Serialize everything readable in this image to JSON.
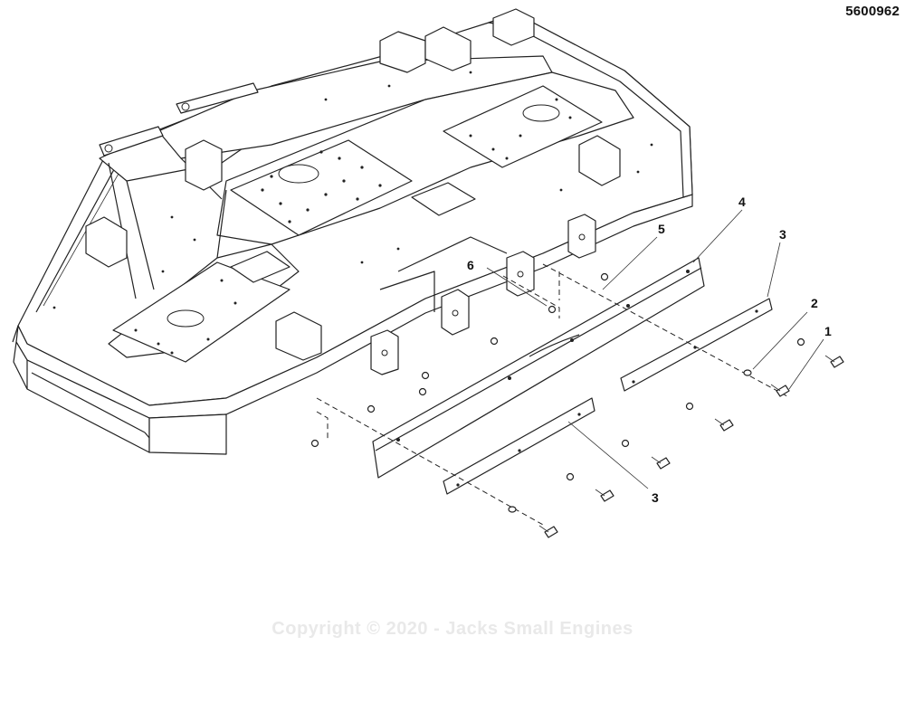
{
  "drawing_number": "5600962",
  "watermark": "Copyright © 2020 - Jacks Small Engines",
  "callouts": [
    {
      "id": "callout-1",
      "label": "1"
    },
    {
      "id": "callout-2",
      "label": "2"
    },
    {
      "id": "callout-3-upper",
      "label": "3"
    },
    {
      "id": "callout-3-lower",
      "label": "3"
    },
    {
      "id": "callout-4",
      "label": "4"
    },
    {
      "id": "callout-5",
      "label": "5"
    },
    {
      "id": "callout-6",
      "label": "6"
    }
  ],
  "parts": [
    {
      "ref": "1",
      "icon": "hex-bolt-icon"
    },
    {
      "ref": "2",
      "icon": "washer-icon"
    },
    {
      "ref": "3",
      "icon": "wear-strip-icon"
    },
    {
      "ref": "4",
      "icon": "baffle-plate-icon"
    },
    {
      "ref": "5",
      "icon": "lock-nut-icon"
    },
    {
      "ref": "6",
      "icon": "lock-nut-icon"
    }
  ]
}
